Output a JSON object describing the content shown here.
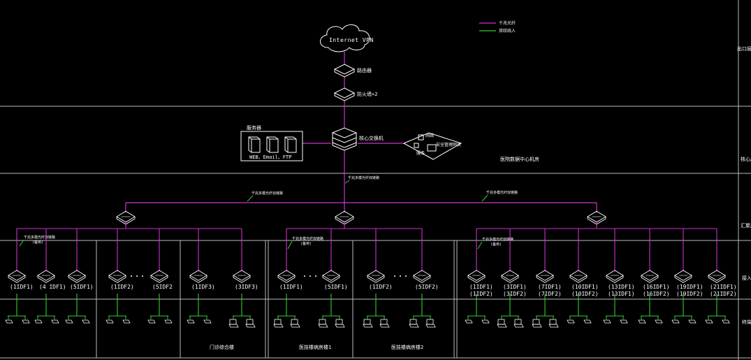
{
  "colors": {
    "background": "#000000",
    "fiber_line": "#cc33cc",
    "copper_line": "#33cc33",
    "frame": "#bbbbbb",
    "text": "#ffffff"
  },
  "cloud": {
    "label": "Internet VPN"
  },
  "legend": {
    "items": [
      {
        "label": "千兆光纤",
        "color": "#cc33cc"
      },
      {
        "label": "双绞线入",
        "color": "#33cc33"
      }
    ]
  },
  "devices": {
    "router": {
      "label": "路由器"
    },
    "firewall": {
      "label": "防火墙×2"
    },
    "core": {
      "label": "核心交换机"
    },
    "server_group": {
      "label": "服务器",
      "servers_caption": "WEB、Email、FTP"
    },
    "security": {
      "label": "网络",
      "sub_label": "安全管理网关",
      "extra_label": "服务"
    },
    "data_center_label": "医院数据中心机房"
  },
  "right_labels": [
    "出口层",
    "核心层",
    "汇聚层",
    "接入层",
    "终端层"
  ],
  "link_labels": {
    "core_down": "千兆多模光纤双链路",
    "agg_left": "千兆多模光纤双链路",
    "agg_right": "千兆多模光纤双链路",
    "access_left": "千兆多模光纤双链路",
    "access_left_sub": "(备用)",
    "access_mid": "千兆多模光纤双链路",
    "access_mid_sub": "(备用)",
    "access_right": "千兆多模光纤双链路",
    "access_right_sub": "(备用)"
  },
  "access_switches": {
    "labels": [
      [
        "(1IDF1)"
      ],
      [
        "(4 IDF1)"
      ],
      [
        "(5IDF1)"
      ],
      [
        "(1IDF2)"
      ],
      [
        "(5IDF2"
      ],
      [
        "(1IDF3)"
      ],
      [
        "(3IDF3)"
      ],
      [
        "(1IDF1)"
      ],
      [
        "(5IDF1)"
      ],
      [
        "(1IDF2)"
      ],
      [
        "(5IDF2)"
      ],
      [
        "(1IDF1)",
        "(1IDF2)"
      ],
      [
        "(3IDF1)",
        "(3IDF2)"
      ],
      [
        "(7IDF1)",
        "(7IDF2)"
      ],
      [
        "(10IDF1)",
        "(10IDF2)"
      ],
      [
        "(13IDF1)",
        "(13IDF1)"
      ],
      [
        "(16IDF1)",
        "(16IDF2)"
      ],
      [
        "(19IDF1)",
        "(19IDF2)"
      ],
      [
        "(21IDF1)",
        "(21IDF2)"
      ]
    ]
  },
  "buildings": [
    "门诊综合楼",
    "医技楼病房楼1",
    "医技楼病房楼2"
  ]
}
